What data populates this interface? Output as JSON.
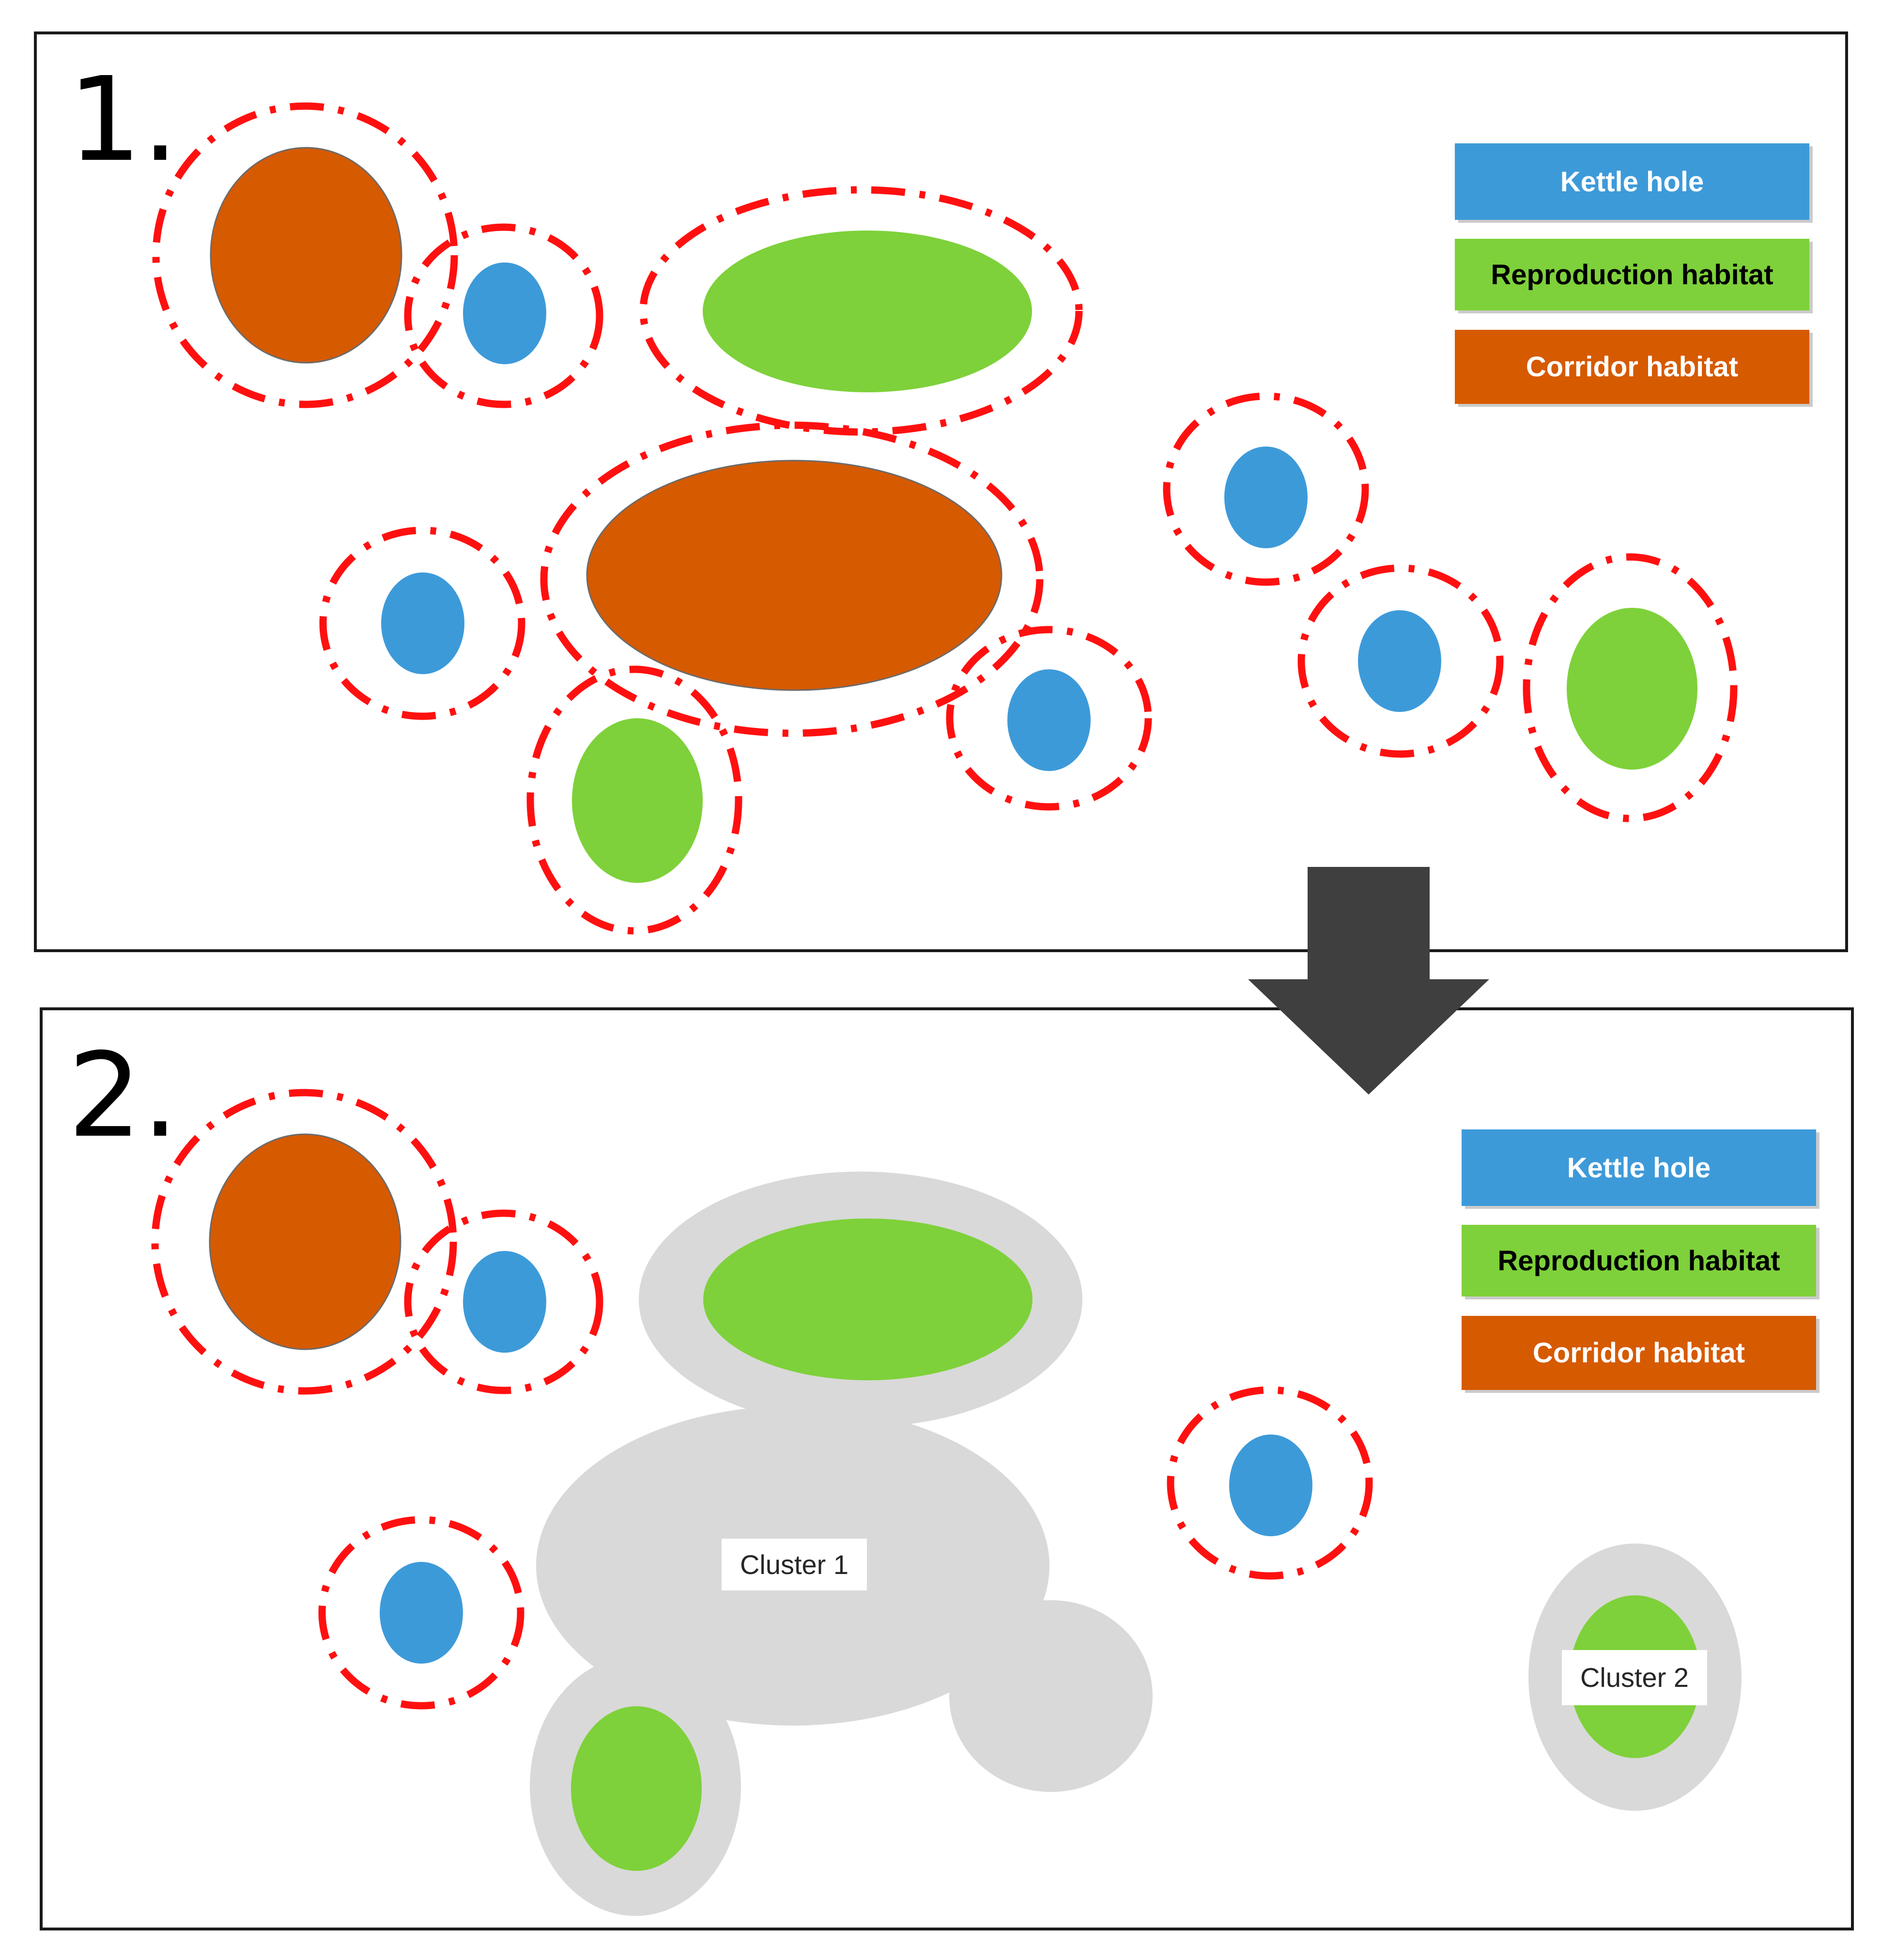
{
  "panels": [
    {
      "number": "1."
    },
    {
      "number": "2."
    }
  ],
  "legend": [
    {
      "key": "kettle_hole",
      "label": "Kettle hole",
      "fill": "#3d9ad9",
      "text_color": "#ffffff"
    },
    {
      "key": "reproduction_habitat",
      "label": "Reproduction habitat",
      "fill": "#7ed13a",
      "text_color": "#000000"
    },
    {
      "key": "corridor_habitat",
      "label": "Corridor habitat",
      "fill": "#d65a00",
      "text_color": "#ffffff"
    }
  ],
  "clusters": [
    {
      "label": "Cluster 1"
    },
    {
      "label": "Cluster 2"
    }
  ],
  "colors": {
    "kettle_hole": "#3d9ad9",
    "reproduction_habitat": "#7ed13a",
    "corridor_habitat": "#d65a00",
    "buffer_line": "#ff1010",
    "cluster_fill": "#d9d9d9",
    "arrow": "#3f3f3f"
  },
  "icons": {
    "transition_arrow": "down-arrow-icon"
  }
}
